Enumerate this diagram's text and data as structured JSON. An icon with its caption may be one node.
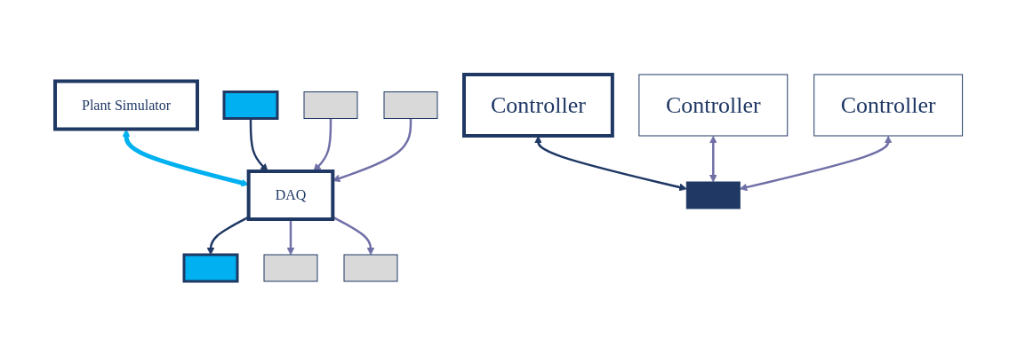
{
  "diagram": {
    "nodes": [
      {
        "text": [
          "Plant Simulator"
        ]
      },
      {
        "text": [
          "DAQ"
        ]
      },
      {
        "text": [],
        "shape": "bar"
      },
      {
        "text": [
          "Controller"
        ]
      },
      {
        "text": [],
        "shape": "bar"
      },
      {
        "text": [],
        "shape": "bar"
      },
      {
        "text": [
          "Controller"
        ]
      },
      {
        "text": [],
        "shape": "bar"
      },
      {
        "text": [],
        "shape": "bar"
      },
      {
        "text": [
          "Controller"
        ]
      },
      {
        "text": [],
        "shape": "bar"
      },
      {
        "text": [],
        "shape": "bar"
      }
    ],
    "edges": [
      {
        "from": 0,
        "to": 1,
        "arrow": "both",
        "style": "thick",
        "color": "#00b0f0"
      },
      {
        "from": 1,
        "to": 2,
        "arrow": "to",
        "color": "#1f3864"
      },
      {
        "from": 4,
        "to": 1,
        "arrow": "to",
        "color": "#1f3864"
      },
      {
        "from": 1,
        "to": 5,
        "arrow": "to"
      },
      {
        "from": 7,
        "to": 1,
        "arrow": "to"
      },
      {
        "from": 1,
        "to": 8,
        "arrow": "to"
      },
      {
        "from": 10,
        "to": 1,
        "arrow": "to"
      },
      {
        "from": 3,
        "to": 11,
        "arrow": "both",
        "color": "#1f3864"
      },
      {
        "from": 6,
        "to": 11,
        "arrow": "both"
      },
      {
        "from": 9,
        "to": 11,
        "arrow": "both"
      }
    ]
  }
}
